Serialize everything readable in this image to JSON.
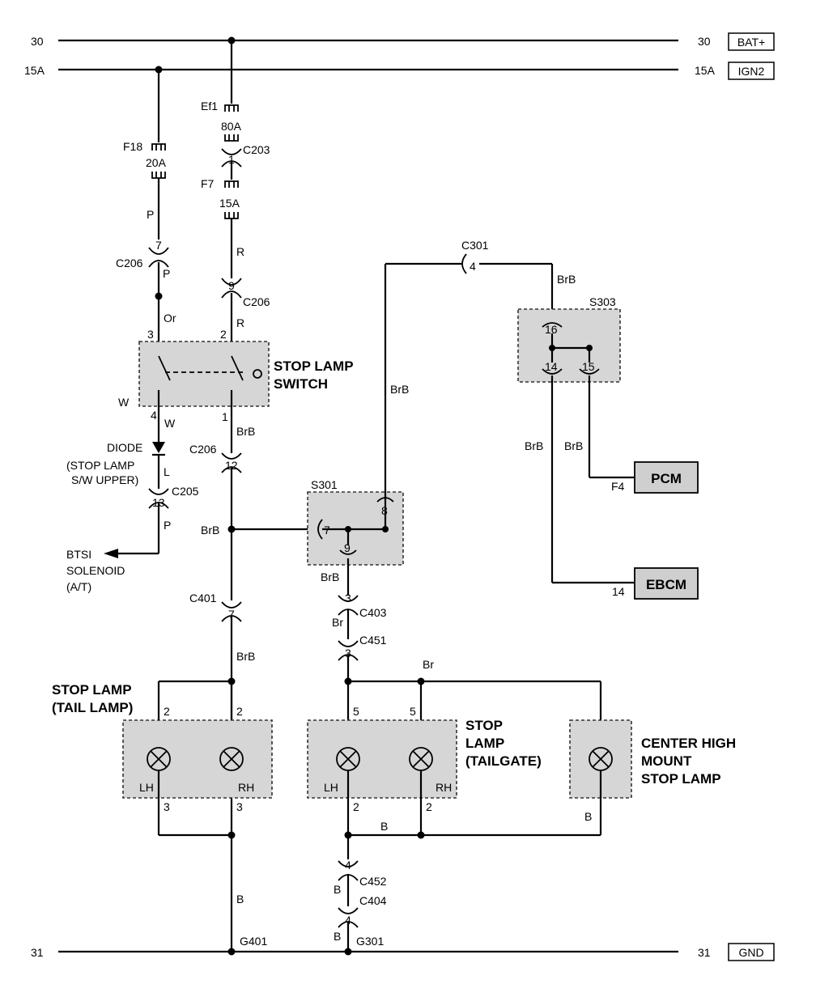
{
  "rails": {
    "bat_left": "30",
    "bat_right": "30",
    "bat_tag": "BAT+",
    "ign_left": "15A",
    "ign_right": "15A",
    "ign_tag": "IGN2",
    "gnd_left": "31",
    "gnd_right": "31",
    "gnd_tag": "GND"
  },
  "fuses": {
    "ef1": "Ef1",
    "ef1_rating": "80A",
    "f18": "F18",
    "f18_rating": "20A",
    "f7": "F7",
    "f7_rating": "15A"
  },
  "connectors": {
    "c203": "C203",
    "c203_pin": "1",
    "c206_a": "C206",
    "c206_a_pin": "7",
    "c206_b": "C206",
    "c206_b_pin": "9",
    "c206_c": "C206",
    "c206_c_pin": "12",
    "c205": "C205",
    "c205_pin": "13",
    "c301": "C301",
    "c301_pin": "4",
    "c401": "C401",
    "c401_pin": "7",
    "c403": "C403",
    "c403_pin": "3",
    "c451": "C451",
    "c451_pin": "3",
    "c452": "C452",
    "c452_pin": "4",
    "c404": "C404",
    "c404_pin": "4"
  },
  "splices": {
    "s301": "S301",
    "s301_pins": [
      "7",
      "8",
      "9"
    ],
    "s303": "S303",
    "s303_pins": [
      "16",
      "14",
      "15"
    ]
  },
  "wires": {
    "p1": "P",
    "p2": "P",
    "p3": "P",
    "r1": "R",
    "r2": "R",
    "or": "Or",
    "w1": "W",
    "w2": "W",
    "l": "L",
    "brb_switch": "BrB",
    "brb_splice": "BrB",
    "brb_c301": "BrB",
    "brb_vert": "BrB",
    "brb_ebcm": "BrB",
    "brb_pcm": "BrB",
    "brb_s301": "BrB",
    "brb_c401": "BrB",
    "br_c403": "Br",
    "br_top": "Br",
    "b_bottom": "B",
    "b_chmsl": "B",
    "b_tail": "B",
    "b_c452": "B",
    "b_g301": "B"
  },
  "switch": {
    "label1": "STOP LAMP",
    "label2": "SWITCH",
    "pin3": "3",
    "pin2": "2",
    "pin4": "4",
    "pin1": "1"
  },
  "diode": {
    "label1": "DIODE",
    "label2": "(STOP LAMP",
    "label3": "S/W UPPER)"
  },
  "btsi": {
    "label1": "BTSI",
    "label2": "SOLENOID",
    "label3": "(A/T)"
  },
  "modules": {
    "pcm": "PCM",
    "pcm_pin": "F4",
    "ebcm": "EBCM",
    "ebcm_pin": "14"
  },
  "tail_lamp": {
    "label1": "STOP LAMP",
    "label2": "(TAIL LAMP)",
    "lh": "LH",
    "rh": "RH",
    "pin_top_l": "2",
    "pin_top_r": "2",
    "pin_bot_l": "3",
    "pin_bot_r": "3"
  },
  "tailgate_lamp": {
    "label1": "STOP",
    "label2": "LAMP",
    "label3": "(TAILGATE)",
    "lh": "LH",
    "rh": "RH",
    "pin_top_l": "5",
    "pin_top_r": "5",
    "pin_bot_l": "2",
    "pin_bot_r": "2"
  },
  "chmsl": {
    "label1": "CENTER HIGH",
    "label2": "MOUNT",
    "label3": "STOP LAMP"
  },
  "grounds": {
    "g401": "G401",
    "g301": "G301"
  }
}
